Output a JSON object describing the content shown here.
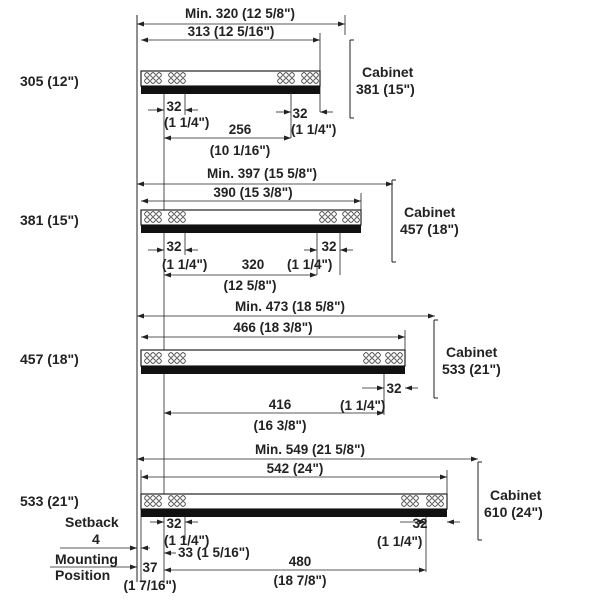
{
  "rows": [
    {
      "size_label": "305 (12\")",
      "min_label": "Min. 320 (12 5/8\")",
      "length_label": "313 (12 5/16\")",
      "cabinet_label": "Cabinet",
      "cabinet_size": "381 (15\")",
      "front_hole_a": "32",
      "front_hole_b": "(1 1/4\")",
      "rear_hole_a": "32",
      "rear_hole_b": "(1 1/4\")",
      "span_a": "256",
      "span_b": "(10 1/16\")"
    },
    {
      "size_label": "381 (15\")",
      "min_label": "Min. 397 (15 5/8\")",
      "length_label": "390 (15 3/8\")",
      "cabinet_label": "Cabinet",
      "cabinet_size": "457 (18\")",
      "front_hole_a": "32",
      "front_hole_b": "(1 1/4\")",
      "rear_hole_a": "32",
      "rear_hole_b": "(1 1/4\")",
      "span_a": "320",
      "span_b": "(12 5/8\")"
    },
    {
      "size_label": "457 (18\")",
      "min_label": "Min. 473 (18 5/8\")",
      "length_label": "466 (18 3/8\")",
      "cabinet_label": "Cabinet",
      "cabinet_size": "533 (21\")",
      "rear_hole_a": "32",
      "rear_hole_b": "(1 1/4\")",
      "span_a": "416",
      "span_b": "(16 3/8\")"
    },
    {
      "size_label": "533 (21\")",
      "min_label": "Min. 549 (21 5/8\")",
      "length_label": "542 (24\")",
      "cabinet_label": "Cabinet",
      "cabinet_size": "610 (24\")",
      "front_hole_a": "32",
      "front_hole_b": "(1 1/4\")",
      "rear_hole_a": "32",
      "rear_hole_b": "(1 1/4\")",
      "span_a": "480",
      "span_b": "(18 7/8\")"
    }
  ],
  "footer": {
    "setback_label": "Setback",
    "setback_value": "4",
    "offset_33": "33 (1 5/16\")",
    "mounting_label_1": "Mounting",
    "mounting_label_2": "Position",
    "mount_a": "37",
    "mount_b": "(1 7/16\")"
  }
}
